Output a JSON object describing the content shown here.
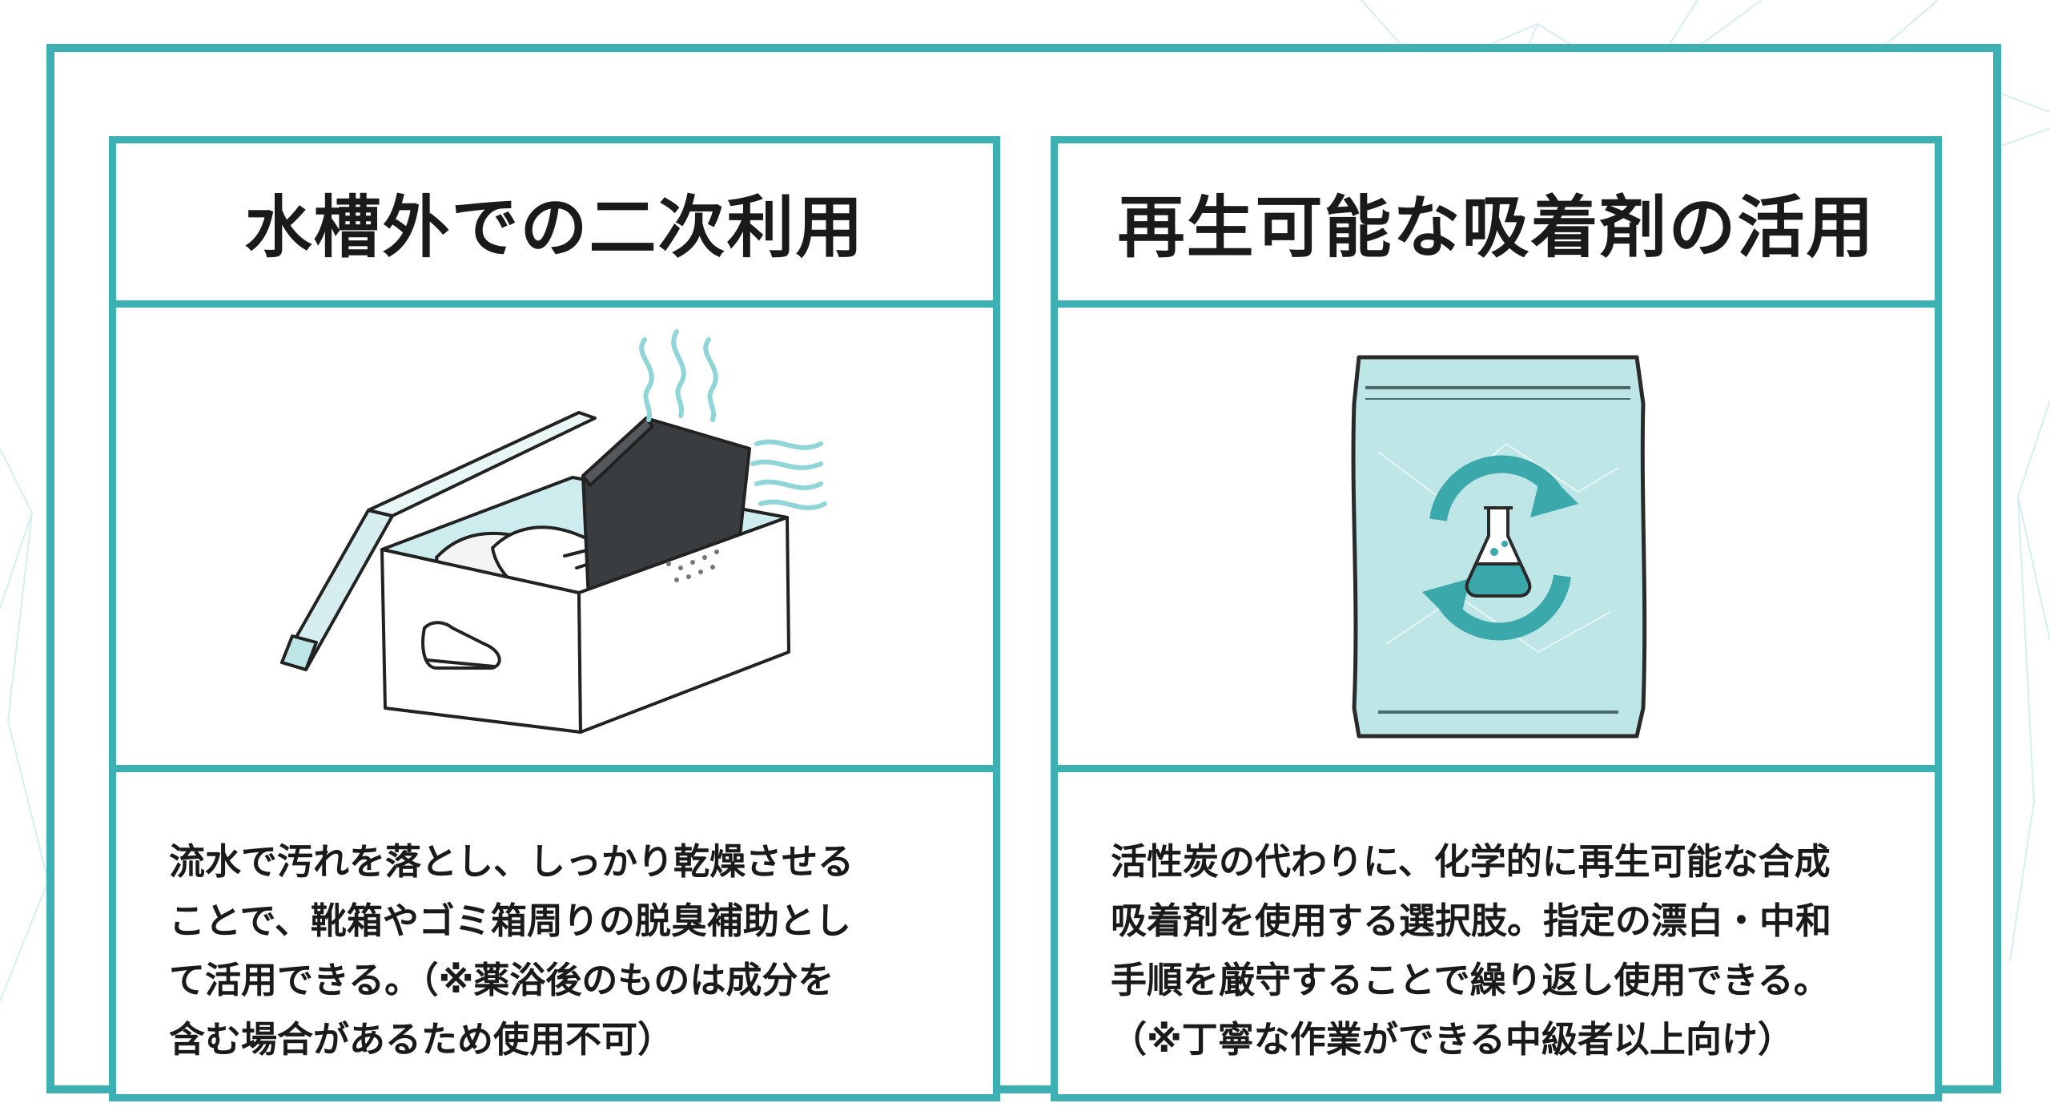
{
  "colors": {
    "accent": "#3db0b3",
    "text": "#1a1a1a",
    "bag_fill": "#bfe6e6",
    "pouch_dark": "#3a3d40"
  },
  "panels": [
    {
      "title": "水槽外での二次利用",
      "body": "流水で汚れを落とし、しっかり乾燥させる\nことで、靴箱やゴミ箱周りの脱臭補助とし\nて活用できる。（※薬浴後のものは成分を\n含む場合があるため使用不可）",
      "icon": "shoebox-deodorizer-icon"
    },
    {
      "title": "再生可能な吸着剤の活用",
      "body": "活性炭の代わりに、化学的に再生可能な合成\n吸着剤を使用する選択肢。指定の漂白・中和\n手順を厳守することで繰り返し使用できる。\n（※丁寧な作業ができる中級者以上向け）",
      "icon": "regenerable-adsorbent-bag-icon"
    }
  ]
}
